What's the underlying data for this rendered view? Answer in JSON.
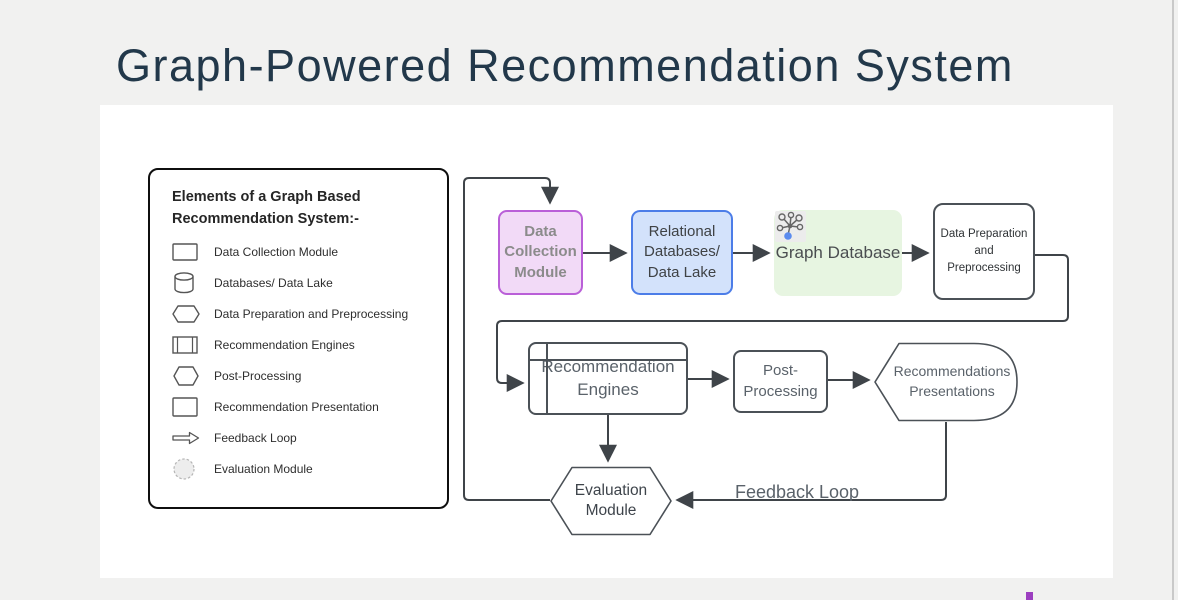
{
  "page": {
    "title": "Graph-Powered Recommendation System"
  },
  "legend": {
    "title": "Elements of a Graph Based Recommendation System:-",
    "items": [
      {
        "shape": "rectangle",
        "label": "Data Collection Module"
      },
      {
        "shape": "cylinder",
        "label": "Databases/ Data Lake"
      },
      {
        "shape": "hexagon",
        "label": "Data Preparation and Preprocessing"
      },
      {
        "shape": "process-rectangle",
        "label": "Recommendation Engines"
      },
      {
        "shape": "hexagon",
        "label": "Post-Processing"
      },
      {
        "shape": "rectangle",
        "label": "Recommendation Presentation"
      },
      {
        "shape": "arrow",
        "label": "Feedback Loop"
      },
      {
        "shape": "circle",
        "label": "Evaluation Module"
      }
    ]
  },
  "flowchart": {
    "nodes": {
      "data_collection": {
        "label": "Data Collection Module",
        "fill": "#f2daf7",
        "border": "#ba5fd8"
      },
      "relational_db": {
        "label": "Relational Databases/ Data Lake",
        "fill": "#d3e2fb",
        "border": "#4c7de8"
      },
      "graph_db": {
        "label": "Graph Database",
        "fill": "#e7f5e1"
      },
      "data_prep": {
        "label": "Data Preparation and Preprocessing",
        "fill": "#ffffff"
      },
      "rec_engines": {
        "label": "Recommendation Engines",
        "fill": "#ffffff"
      },
      "post_processing": {
        "label": "Post-Processing",
        "fill": "#ffffff"
      },
      "rec_presentations": {
        "label": "Recommendations Presentations",
        "fill": "#ffffff"
      },
      "evaluation": {
        "label": "Evaluation Module",
        "fill": "#ffffff"
      }
    },
    "edge_label": "Feedback Loop"
  },
  "colors": {
    "background": "#f1f1f0",
    "panel": "#ffffff",
    "title_text": "#22384a",
    "connector": "#3f4449",
    "legend_border": "#0f0f0f",
    "accent_mark": "#9c3fc0",
    "graph_icon_node": "#5b8bee"
  }
}
